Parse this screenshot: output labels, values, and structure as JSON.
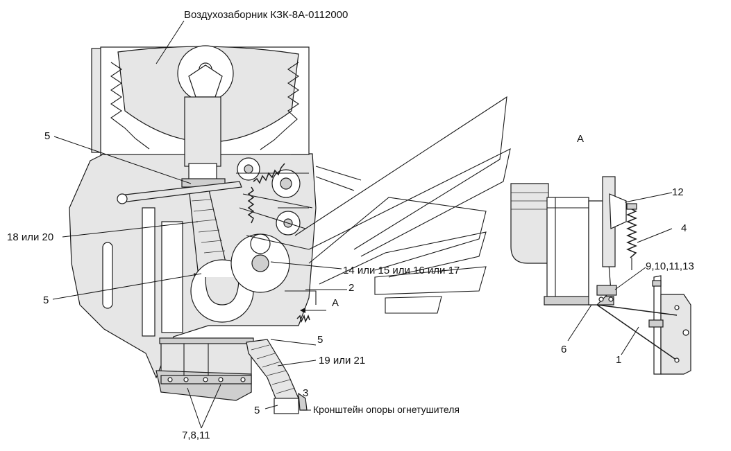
{
  "labels": {
    "air_intake": "Воздухозаборник КЗК-8А-0112000",
    "view_a_title": "А",
    "view_a_arrow": "А",
    "pos_5_top": "5",
    "pos_18_20": "18 или 20",
    "pos_5_mid": "5",
    "pos_14_17": "14 или 15 или 16 или 17",
    "pos_2": "2",
    "pos_5_right": "5",
    "pos_19_21": "19 или 21",
    "pos_3": "3",
    "pos_5_bottom": "5",
    "extinguisher_bracket": "Кронштейн опоры огнетушителя",
    "pos_7_8_11": "7,8,11",
    "pos_12": "12",
    "pos_4": "4",
    "pos_9_10_11_13": "9,10,11,13",
    "pos_6": "6",
    "pos_1": "1"
  },
  "colors": {
    "line": "#1a1a1a",
    "fill_light": "#e6e6e6",
    "fill_mid": "#cfcfcf",
    "background": "#ffffff"
  }
}
